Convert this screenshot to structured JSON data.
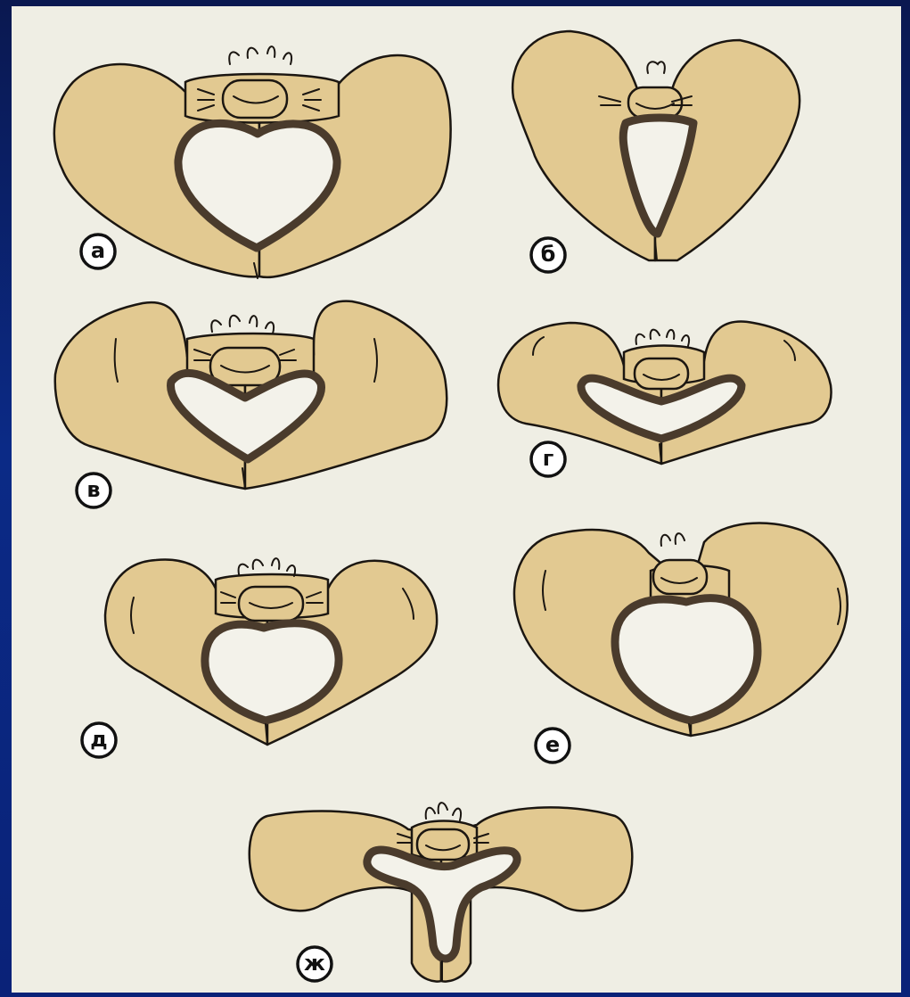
{
  "figures": [
    {
      "id": "a",
      "label": "а"
    },
    {
      "id": "b",
      "label": "б"
    },
    {
      "id": "v",
      "label": "в"
    },
    {
      "id": "g",
      "label": "г"
    },
    {
      "id": "d",
      "label": "д"
    },
    {
      "id": "e",
      "label": "е"
    },
    {
      "id": "zh",
      "label": "ж"
    }
  ]
}
